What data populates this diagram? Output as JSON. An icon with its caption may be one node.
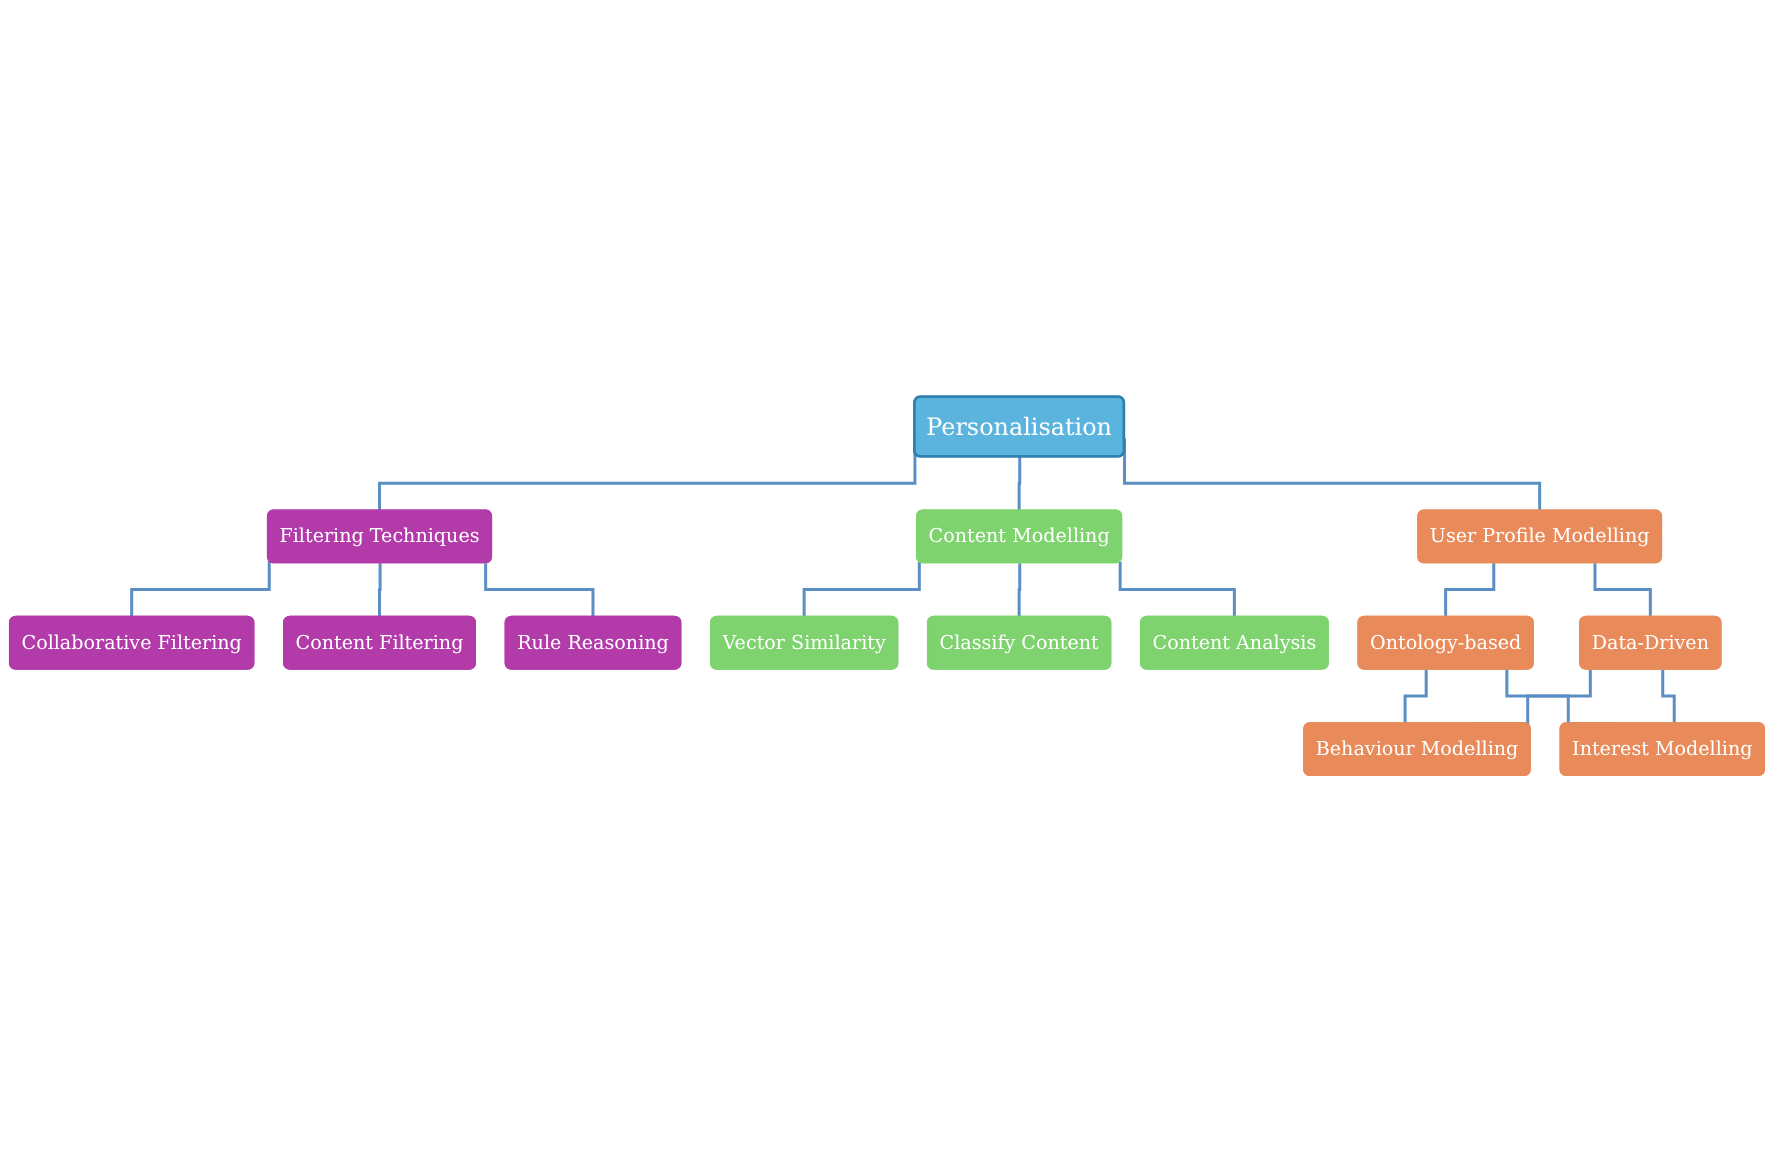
{
  "diagram": {
    "nodes": [
      {
        "text": [
          "Personalisation"
        ]
      },
      {
        "text": [
          "Filtering Techniques"
        ]
      },
      {
        "text": [
          "Content Modelling"
        ]
      },
      {
        "text": [
          "User Profile Modelling"
        ]
      },
      {
        "text": [
          "Collaborative Filtering"
        ]
      },
      {
        "text": [
          "Content Filtering"
        ]
      },
      {
        "text": [
          "Rule Reasoning"
        ]
      },
      {
        "text": [
          "Vector Similarity"
        ]
      },
      {
        "text": [
          "Classify Content"
        ]
      },
      {
        "text": [
          "Content Analysis"
        ]
      },
      {
        "text": [
          "Ontology-based"
        ]
      },
      {
        "text": [
          "Data-Driven"
        ]
      },
      {
        "text": [
          "Behaviour Modelling"
        ]
      },
      {
        "text": [
          "Interest Modelling"
        ]
      }
    ],
    "edges": [
      {
        "from": 0,
        "to": 1,
        "arrow": "none"
      },
      {
        "from": 0,
        "to": 2,
        "arrow": "none"
      },
      {
        "from": 0,
        "to": 3,
        "arrow": "none"
      },
      {
        "from": 1,
        "to": 4,
        "arrow": "none"
      },
      {
        "from": 1,
        "to": 5,
        "arrow": "none"
      },
      {
        "from": 1,
        "to": 6,
        "arrow": "none"
      },
      {
        "from": 2,
        "to": 7,
        "arrow": "none"
      },
      {
        "from": 2,
        "to": 8,
        "arrow": "none"
      },
      {
        "from": 2,
        "to": 9,
        "arrow": "none"
      },
      {
        "from": 3,
        "to": 10,
        "arrow": "none"
      },
      {
        "from": 3,
        "to": 11,
        "arrow": "none"
      },
      {
        "from": 10,
        "to": 12,
        "arrow": "none"
      },
      {
        "from": 10,
        "to": 13,
        "arrow": "none"
      },
      {
        "from": 11,
        "to": 12,
        "arrow": "none"
      },
      {
        "from": 11,
        "to": 13,
        "arrow": "none"
      }
    ]
  }
}
